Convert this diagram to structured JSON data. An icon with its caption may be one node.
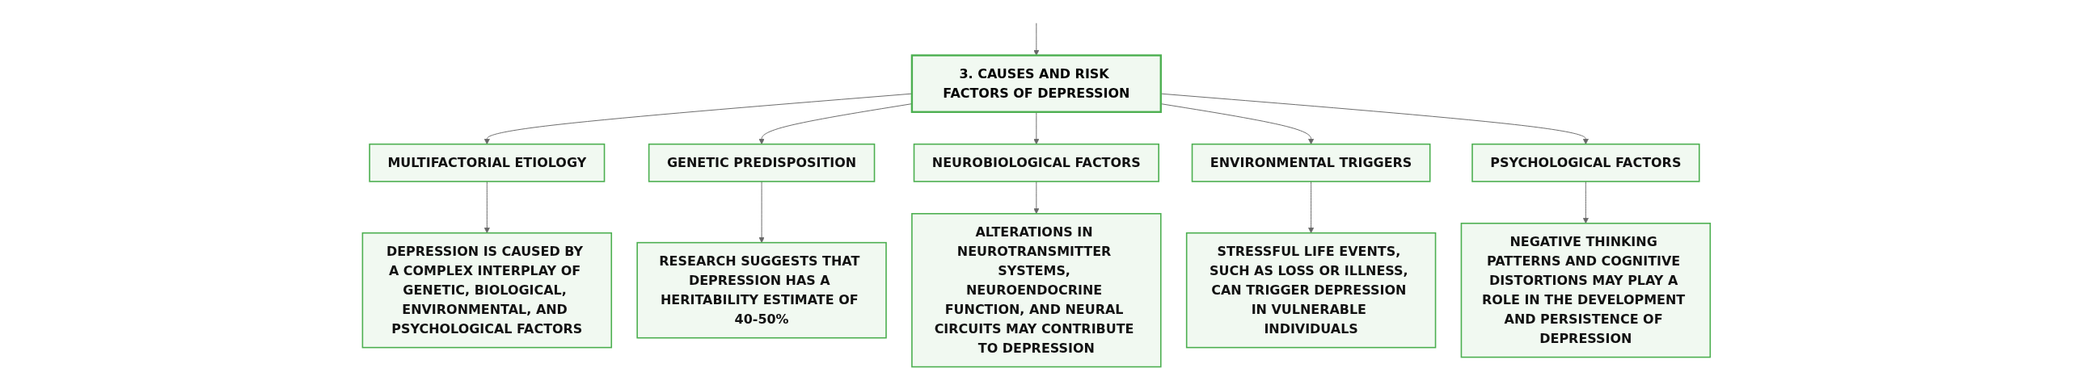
{
  "diagram": {
    "nodes": [
      {
        "text": [
          "3. CAUSES AND RISK FACTORS OF DEPRESSION"
        ]
      },
      {
        "text": [
          "MULTIFACTORIAL ETIOLOGY"
        ]
      },
      {
        "text": [
          "GENETIC PREDISPOSITION"
        ]
      },
      {
        "text": [
          "NEUROBIOLOGICAL FACTORS"
        ]
      },
      {
        "text": [
          "ENVIRONMENTAL TRIGGERS"
        ]
      },
      {
        "text": [
          "PSYCHOLOGICAL FACTORS"
        ]
      },
      {
        "text": [
          "DEPRESSION IS CAUSED BY A COMPLEX INTERPLAY OF GENETIC, BIOLOGICAL, ENVIRONMENTAL, AND PSYCHOLOGICAL FACTORS"
        ]
      },
      {
        "text": [
          "RESEARCH SUGGESTS THAT DEPRESSION HAS A HERITABILITY ESTIMATE OF 40-50%"
        ]
      },
      {
        "text": [
          "ALTERATIONS IN NEUROTRANSMITTER SYSTEMS, NEUROENDOCRINE FUNCTION, AND NEURAL CIRCUITS MAY CONTRIBUTE TO DEPRESSION"
        ]
      },
      {
        "text": [
          "STRESSFUL LIFE EVENTS, SUCH AS LOSS OR ILLNESS, CAN TRIGGER DEPRESSION IN VULNERABLE INDIVIDUALS"
        ]
      },
      {
        "text": [
          "NEGATIVE THINKING PATTERNS AND COGNITIVE DISTORTIONS MAY PLAY A ROLE IN THE DEVELOPMENT AND PERSISTENCE OF DEPRESSION"
        ]
      }
    ],
    "edges": [
      {
        "from": null,
        "to": 0,
        "arrow": "to"
      },
      {
        "from": 0,
        "to": 1,
        "arrow": "to"
      },
      {
        "from": 0,
        "to": 2,
        "arrow": "to"
      },
      {
        "from": 0,
        "to": 3,
        "arrow": "to"
      },
      {
        "from": 0,
        "to": 4,
        "arrow": "to"
      },
      {
        "from": 0,
        "to": 5,
        "arrow": "to"
      },
      {
        "from": 1,
        "to": 6,
        "arrow": "to"
      },
      {
        "from": 2,
        "to": 7,
        "arrow": "to"
      },
      {
        "from": 3,
        "to": 8,
        "arrow": "to"
      },
      {
        "from": 4,
        "to": 9,
        "arrow": "to"
      },
      {
        "from": 5,
        "to": 10,
        "arrow": "to"
      }
    ]
  }
}
